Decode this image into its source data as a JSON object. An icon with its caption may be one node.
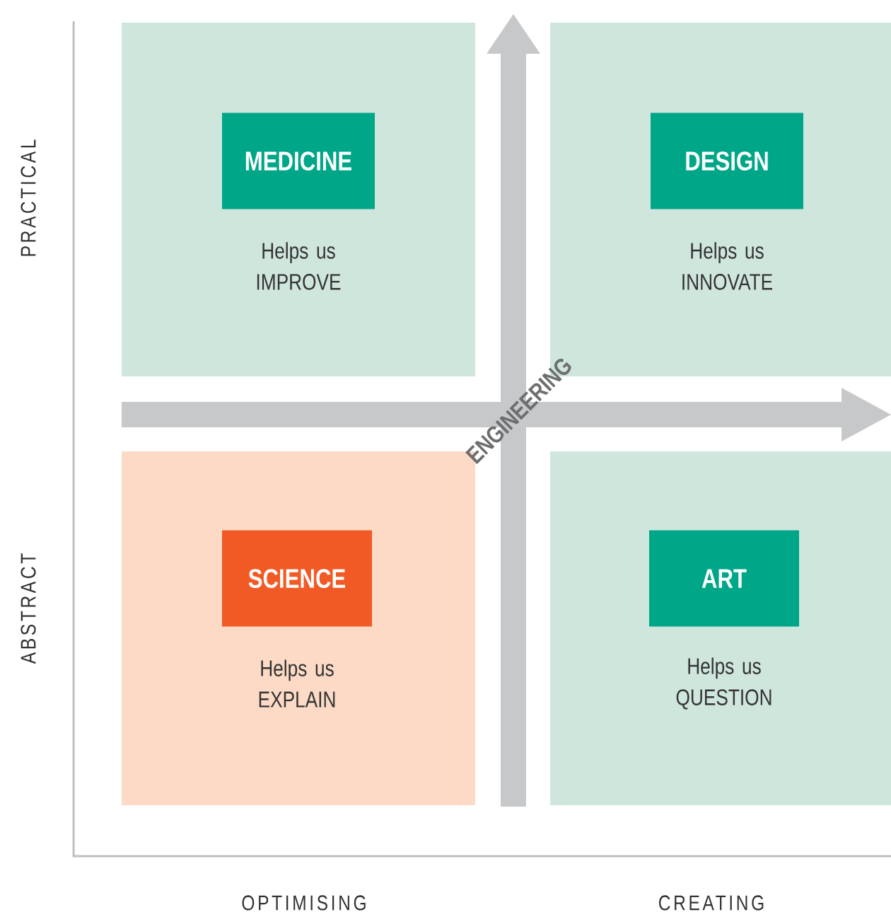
{
  "diagram": {
    "nodes": [
      {
        "text": [
          "Helps us IMPROVE"
        ]
      },
      {
        "text": [
          "MEDICINE"
        ],
        "in": 0
      },
      {
        "text": [
          "Helps us INNOVATE"
        ]
      },
      {
        "text": [
          "DESIGN"
        ],
        "in": 2
      },
      {
        "text": [
          "Helps us EXPLAIN"
        ]
      },
      {
        "text": [
          "SCIENCE"
        ],
        "in": 4
      },
      {
        "text": [
          "Helps us QUESTION"
        ]
      },
      {
        "text": [
          "ART"
        ],
        "in": 6
      }
    ],
    "labels": [
      "ENGINEERING",
      "PRACTICAL",
      "ABSTRACT",
      "OPTIMISING",
      "CREATING"
    ]
  }
}
